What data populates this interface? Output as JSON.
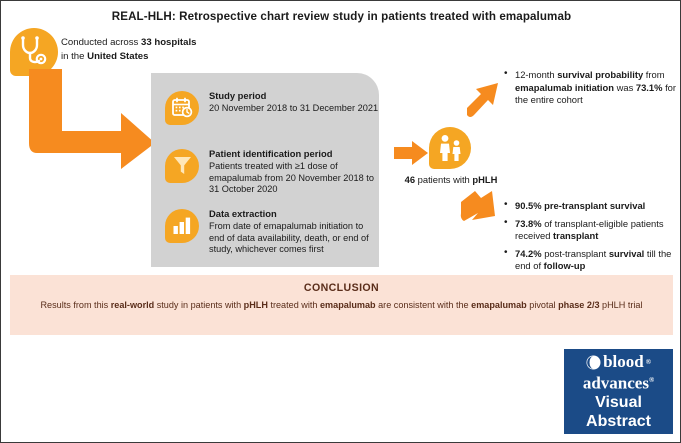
{
  "title": "REAL-HLH: Retrospective chart review study in patients treated with emapalumab",
  "intro": {
    "icon": "stethoscope-icon",
    "line1_pre": "Conducted across ",
    "line1_bold": "33 hospitals",
    "line2_pre": "in the ",
    "line2_bold": "United States"
  },
  "panel": {
    "rows": [
      {
        "icon": "calendar-clock-icon",
        "heading": "Study period",
        "body": "20 November 2018 to 31 December 2021"
      },
      {
        "icon": "funnel-icon",
        "heading": "Patient identification period",
        "body": "Patients treated with ≥1 dose of emapalumab from 20 November 2018 to 31 October 2020"
      },
      {
        "icon": "bar-chart-icon",
        "heading": "Data extraction",
        "body": "From date of emapalumab initiation to end of data availability, death, or end of study, whichever comes first"
      }
    ]
  },
  "cohort": {
    "icon": "patients-icon",
    "count": "46",
    "caption_rest": " patients with ",
    "caption_bold": "pHLH"
  },
  "outcomes_top": [
    {
      "parts": [
        {
          "t": "12-month ",
          "b": false
        },
        {
          "t": "survival probability",
          "b": true
        },
        {
          "t": " from ",
          "b": false
        },
        {
          "t": "emapalumab initiation",
          "b": true
        },
        {
          "t": " was ",
          "b": false
        },
        {
          "t": "73.1%",
          "b": true
        },
        {
          "t": " for the entire cohort",
          "b": false
        }
      ]
    }
  ],
  "outcomes_bottom": [
    {
      "parts": [
        {
          "t": "90.5% pre-transplant survival",
          "b": true
        }
      ]
    },
    {
      "parts": [
        {
          "t": "73.8%",
          "b": true
        },
        {
          "t": " of transplant-eligible patients received ",
          "b": false
        },
        {
          "t": "transplant",
          "b": true
        }
      ]
    },
    {
      "parts": [
        {
          "t": "74.2%",
          "b": true
        },
        {
          "t": " post-transplant ",
          "b": false
        },
        {
          "t": "survival",
          "b": true
        },
        {
          "t": " till the end of ",
          "b": false
        },
        {
          "t": "follow-up",
          "b": true
        }
      ]
    }
  ],
  "conclusion": {
    "title": "CONCLUSION",
    "parts": [
      {
        "t": "Results from this ",
        "b": false
      },
      {
        "t": "real-world",
        "b": true
      },
      {
        "t": " study in patients with ",
        "b": false
      },
      {
        "t": "pHLH",
        "b": true
      },
      {
        "t": " treated with ",
        "b": false
      },
      {
        "t": "emapalumab",
        "b": true
      },
      {
        "t": " are consistent with the ",
        "b": false
      },
      {
        "t": "emapalumab",
        "b": true
      },
      {
        "t": " pivotal ",
        "b": false
      },
      {
        "t": "phase 2/3",
        "b": true
      },
      {
        "t": " pHLH trial",
        "b": false
      }
    ]
  },
  "logo": {
    "icon": "blood-drop-icon",
    "line1": "blood",
    "line2": "advances",
    "line3": "Visual",
    "line4": "Abstract"
  },
  "colors": {
    "orange": "#f5a623",
    "orange_arrow": "#f68b1f",
    "panel_gray": "#d2d2d2",
    "conclusion_bg": "#fbe2d6",
    "conclusion_text": "#5a2d1a",
    "logo_navy": "#1b4b87"
  }
}
